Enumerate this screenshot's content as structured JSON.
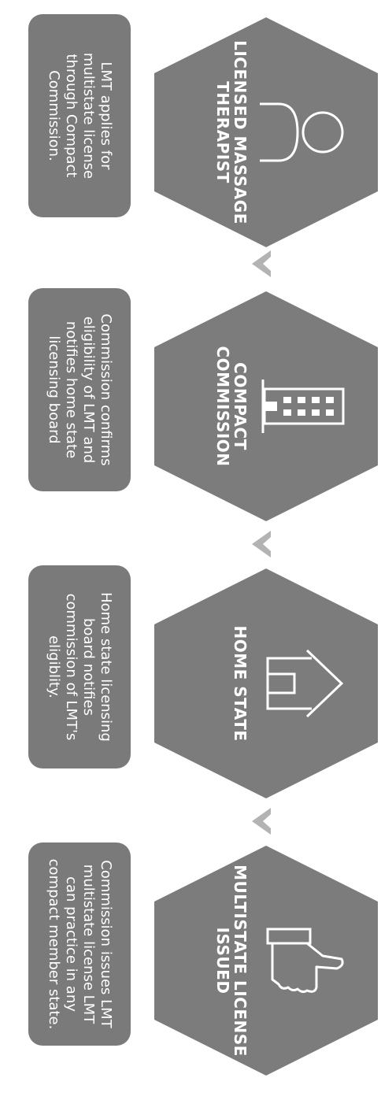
{
  "colors": {
    "hexagon": "#7c7c7c",
    "box": "#7a7a7a",
    "arrow": "#b3b3b3",
    "text": "#ffffff"
  },
  "steps": [
    {
      "title": "LICENSED MASSAGE THERAPIST",
      "icon": "person-icon",
      "description": "LMT applies for multistate license through Compact Commission."
    },
    {
      "title": "COMPACT COMMISSION",
      "icon": "building-icon",
      "description": "Commission confirms eligibility of LMT and notifies home state licensing board"
    },
    {
      "title": "HOME STATE",
      "icon": "house-icon",
      "description": "Home state licensing board notifies commission of LMT's eligiblity."
    },
    {
      "title": "MULTISTATE LICENSE ISSUED",
      "icon": "thumbs-up-icon",
      "description": "Commission issues LMT multistate license LMT can practice in any compact member state."
    }
  ]
}
